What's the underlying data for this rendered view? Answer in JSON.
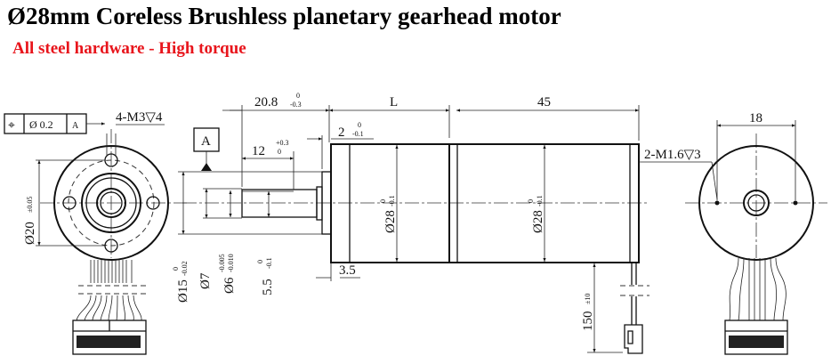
{
  "header": {
    "title": "Ø28mm Coreless Brushless planetary gearhead motor",
    "subtitle": "All steel hardware - High torque",
    "subtitle_color": "#e8141b"
  },
  "drawing": {
    "front_view": {
      "position_tolerance": {
        "symbol": "⌖",
        "value": "Ø 0.2",
        "datum": "A"
      },
      "thread_callout": "4-M3▽4",
      "bolt_circle": {
        "label": "Ø20",
        "tol": "±0.05"
      }
    },
    "side_view": {
      "datum_label": "A",
      "dim_shaft_length": {
        "label": "20.8",
        "tol_upper": "0",
        "tol_lower": "-0.3"
      },
      "dim_flat_length": {
        "label": "12",
        "tol_upper": "+0.3",
        "tol_lower": "0"
      },
      "dim_flange": {
        "label": "2",
        "tol_upper": "0",
        "tol_lower": "-0.1"
      },
      "dim_gearhead_length": "L",
      "dim_motor_length": "45",
      "dim_pilot": {
        "label": "Ø15",
        "tol_upper": "0",
        "tol_lower": "-0.02"
      },
      "dim_shaft_collar": {
        "label": "Ø7"
      },
      "dim_shaft": {
        "label": "Ø6",
        "tol_upper": "-0.005",
        "tol_lower": "-0.010"
      },
      "dim_flat": {
        "label": "5.5",
        "tol_upper": "0",
        "tol_lower": "-0.1"
      },
      "dim_body_gear": {
        "label": "Ø28",
        "tol_upper": "0",
        "tol_lower": "-0.1"
      },
      "dim_body_motor": {
        "label": "Ø28",
        "tol_upper": "0",
        "tol_lower": "-0.1"
      },
      "dim_step": "3.5",
      "dim_lead": {
        "label": "150",
        "tol": "±10"
      }
    },
    "rear_view": {
      "thread_callout": "2-M1.6▽3",
      "hole_spacing": "18"
    }
  }
}
